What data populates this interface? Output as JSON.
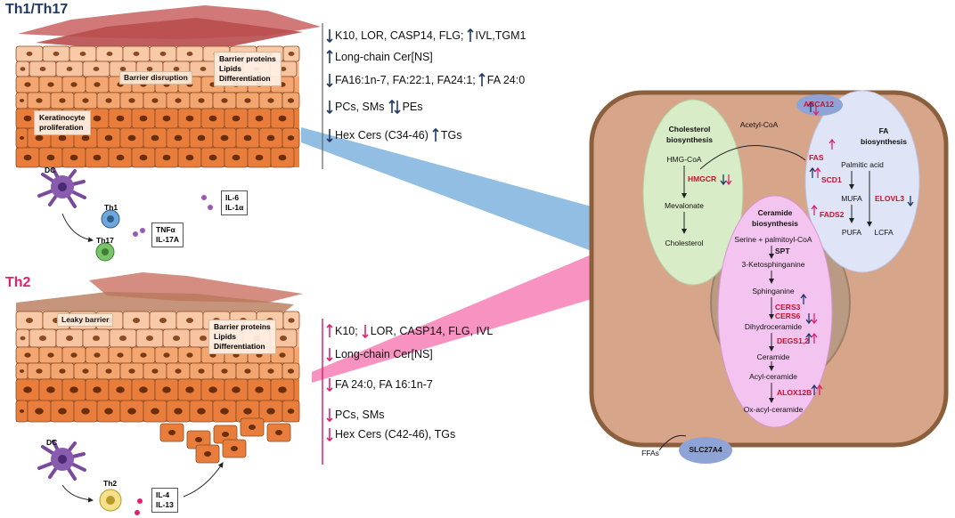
{
  "th1_section": {
    "title": "Th1/Th17",
    "title_color": "#1f3864",
    "skin_labels": {
      "barrier_disruption": "Barrier disruption",
      "proteins_box": [
        "Barrier proteins",
        "Lipids",
        "Differentiation"
      ],
      "keratinocyte": [
        "Keratinocyte",
        "proliferation"
      ]
    },
    "immune": {
      "dc": "DC",
      "th1": "Th1",
      "th17": "Th17",
      "cytokines_a": [
        "TNFα",
        "IL-17A"
      ],
      "cytokines_b": [
        "IL-6",
        "IL-1α"
      ]
    },
    "findings": [
      {
        "a": "K10, LOR, CASP14, FLG;",
        "b": "IVL,TGM1"
      },
      {
        "a": "Long-chain Cer[NS]"
      },
      {
        "a": "FA16:1n-7, FA:22:1, FA24:1;",
        "b": "FA 24:0"
      },
      {
        "a": "PCs, SMs",
        "b": "PEs"
      },
      {
        "a": "Hex Cers (C34-46)",
        "b": "TGs"
      }
    ]
  },
  "th2_section": {
    "title": "Th2",
    "title_color": "#e0226e",
    "skin_labels": {
      "leaky_barrier": "Leaky barrier",
      "proteins_box": [
        "Barrier proteins",
        "Lipids",
        "Differentiation"
      ]
    },
    "immune": {
      "dc": "DC",
      "th2": "Th2",
      "cytokines": [
        "IL-4",
        "IL-13"
      ]
    },
    "findings": [
      {
        "a": "K10;",
        "b": "LOR, CASP14, FLG, IVL"
      },
      {
        "a": "Long-chain Cer[NS]"
      },
      {
        "a": "FA 24:0, FA 16:1n-7"
      },
      {
        "a": "PCs, SMs"
      },
      {
        "a": "Hex Cers (C42-46), TGs"
      }
    ]
  },
  "cell": {
    "transporters": {
      "top": "ABCA12",
      "bottom": "SLC27A4",
      "ffa": "FFAs"
    },
    "acetyl_coa": "Acetyl-CoA",
    "cholesterol": {
      "title": [
        "Cholesterol",
        "biosynthesis"
      ],
      "steps": [
        "HMG-CoA",
        "Mevalonate",
        "Cholesterol"
      ],
      "enzyme": "HMGCR"
    },
    "fa": {
      "title": [
        "FA",
        "biosynthesis"
      ],
      "enzymes": {
        "fas": "FAS",
        "scd1": "SCD1",
        "fads2": "FADS2",
        "elovl3": "ELOVL3"
      },
      "nodes": {
        "palmitic": "Palmitic acid",
        "mufa": "MUFA",
        "pufa": "PUFA",
        "lcfa": "LCFA"
      }
    },
    "ceramide": {
      "title": [
        "Ceramide",
        "biosynthesis"
      ],
      "steps": [
        "Serine + palmitoyl-CoA",
        "3-Ketosphinganine",
        "Sphinganine",
        "Dihydroceramide",
        "Ceramide",
        "Acyl-ceramide",
        "Ox-acyl-ceramide"
      ],
      "enzymes": {
        "spt": "SPT",
        "cers3": "CERS3",
        "cers6": "CERS6",
        "degs": "DEGS1,2",
        "alox": "ALOX12B"
      }
    }
  },
  "colors": {
    "up_down_th1": "#1f3864",
    "up_down_th2": "#e0226e",
    "enzyme": "#c8102e",
    "th1_beam": "#7fb3de",
    "th2_beam": "#f77fb5"
  }
}
